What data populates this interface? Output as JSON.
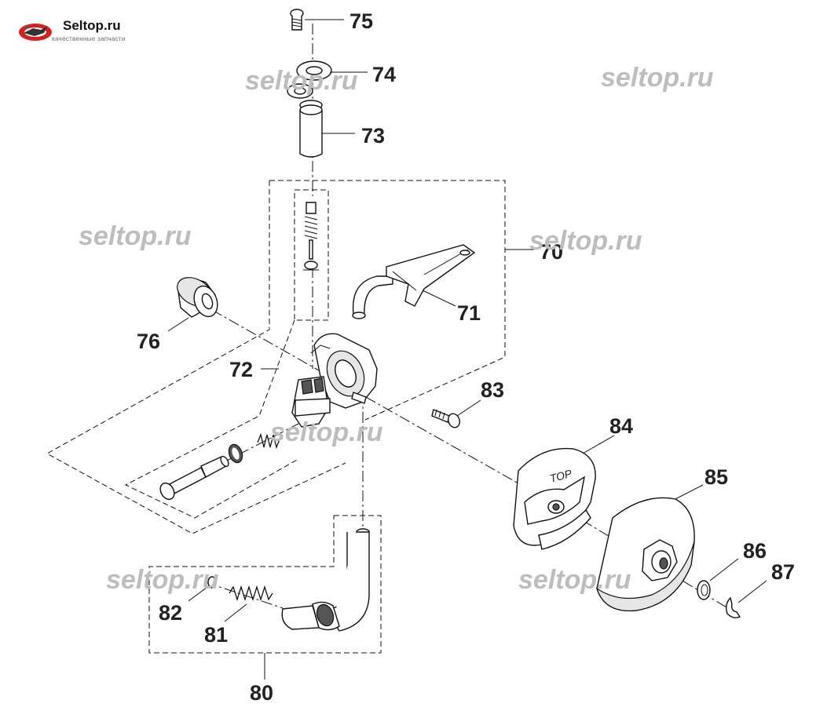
{
  "logo": {
    "brand": "Seltop.ru",
    "tagline": "качественные запчасти"
  },
  "watermark": "seltop.ru",
  "part_labels": {
    "p70": "70",
    "p71": "71",
    "p72": "72",
    "p73": "73",
    "p74": "74",
    "p75": "75",
    "p76": "76",
    "p80": "80",
    "p81": "81",
    "p82": "82",
    "p83": "83",
    "p84": "84",
    "p85": "85",
    "p86": "86",
    "p87": "87"
  },
  "parts_text": {
    "top_marking": "TOP"
  },
  "colors": {
    "watermark": "#bdbdbd",
    "logo_red": "#d32020",
    "line": "#111111"
  }
}
